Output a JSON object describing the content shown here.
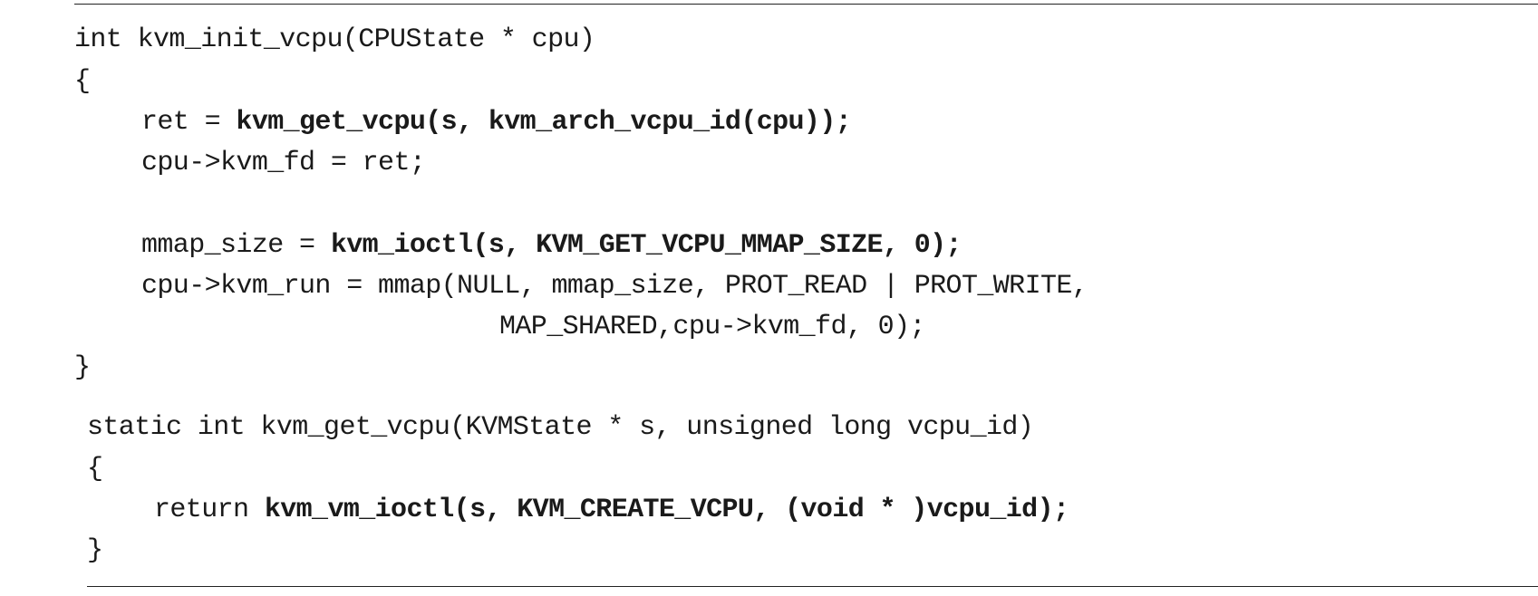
{
  "listing": {
    "init_vcpu": {
      "signature": "int kvm_init_vcpu(CPUState * cpu)",
      "open_brace": "{",
      "ret_prefix": "ret = ",
      "ret_call": "kvm_get_vcpu(s, kvm_arch_vcpu_id(cpu));",
      "fd_assign": "cpu->kvm_fd = ret;",
      "mmap_prefix": "mmap_size = ",
      "mmap_call": "kvm_ioctl(s, KVM_GET_VCPU_MMAP_SIZE, 0);",
      "run_assign": "cpu->kvm_run = mmap(NULL, mmap_size, PROT_READ | PROT_WRITE,",
      "run_continuation": "MAP_SHARED,cpu->kvm_fd, 0);",
      "close_brace": "}"
    },
    "get_vcpu": {
      "signature": "static int kvm_get_vcpu(KVMState * s, unsigned long vcpu_id)",
      "open_brace": "{",
      "return_prefix": "return ",
      "return_call": "kvm_vm_ioctl(s, KVM_CREATE_VCPU, (void * )vcpu_id);",
      "close_brace": "}"
    }
  }
}
